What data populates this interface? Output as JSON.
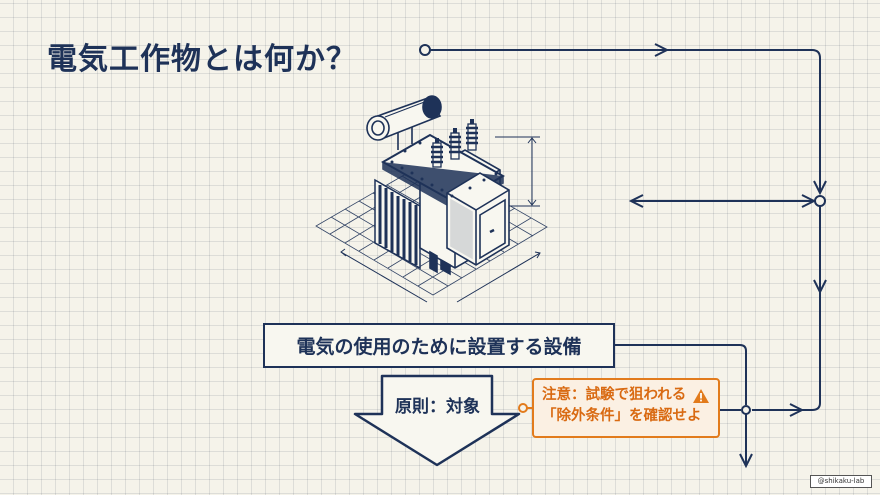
{
  "title": "電気工作物とは何か？",
  "definition": "電気の使用のために設置する設備",
  "principle": "原則：対象",
  "warning": {
    "line1": "注意：試験で狙われる",
    "line2": "「除外条件」を確認せよ",
    "icon": "warning-triangle-icon"
  },
  "credit": "@shikaku-lab",
  "colors": {
    "navy": "#1e3258",
    "orange": "#e27b1c",
    "background": "#f5f3ea"
  }
}
